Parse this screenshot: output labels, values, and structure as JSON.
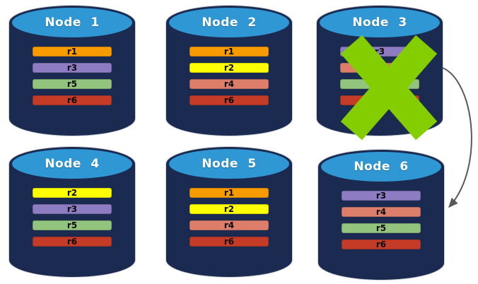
{
  "nodes": [
    {
      "label": "Node 1",
      "replicas": [
        "r1",
        "r3",
        "r5",
        "r6"
      ],
      "failed": false
    },
    {
      "label": "Node 2",
      "replicas": [
        "r1",
        "r2",
        "r4",
        "r6"
      ],
      "failed": false
    },
    {
      "label": "Node 3",
      "replicas": [
        "r3",
        "r4",
        "r5",
        "r6"
      ],
      "failed": true
    },
    {
      "label": "Node 4",
      "replicas": [
        "r2",
        "r3",
        "r5",
        "r6"
      ],
      "failed": false
    },
    {
      "label": "Node 5",
      "replicas": [
        "r1",
        "r2",
        "r4",
        "r6"
      ],
      "failed": false
    },
    {
      "label": "Node 6",
      "replicas": [
        "r3",
        "r4",
        "r5",
        "r6"
      ],
      "failed": false
    }
  ],
  "colors": {
    "cylinder_body": "#1a2a50",
    "cylinder_cap": "#2f97d4",
    "failure_x": "#84cd00",
    "arrow": "#595959",
    "replicas": {
      "r1": "#f89b00",
      "r2": "#ffff00",
      "r3": "#8e7cc3",
      "r4": "#dd7e6b",
      "r5": "#93c47d",
      "r6": "#c43c28"
    }
  },
  "arrow": {
    "from": "Node 3",
    "to": "Node 6"
  }
}
